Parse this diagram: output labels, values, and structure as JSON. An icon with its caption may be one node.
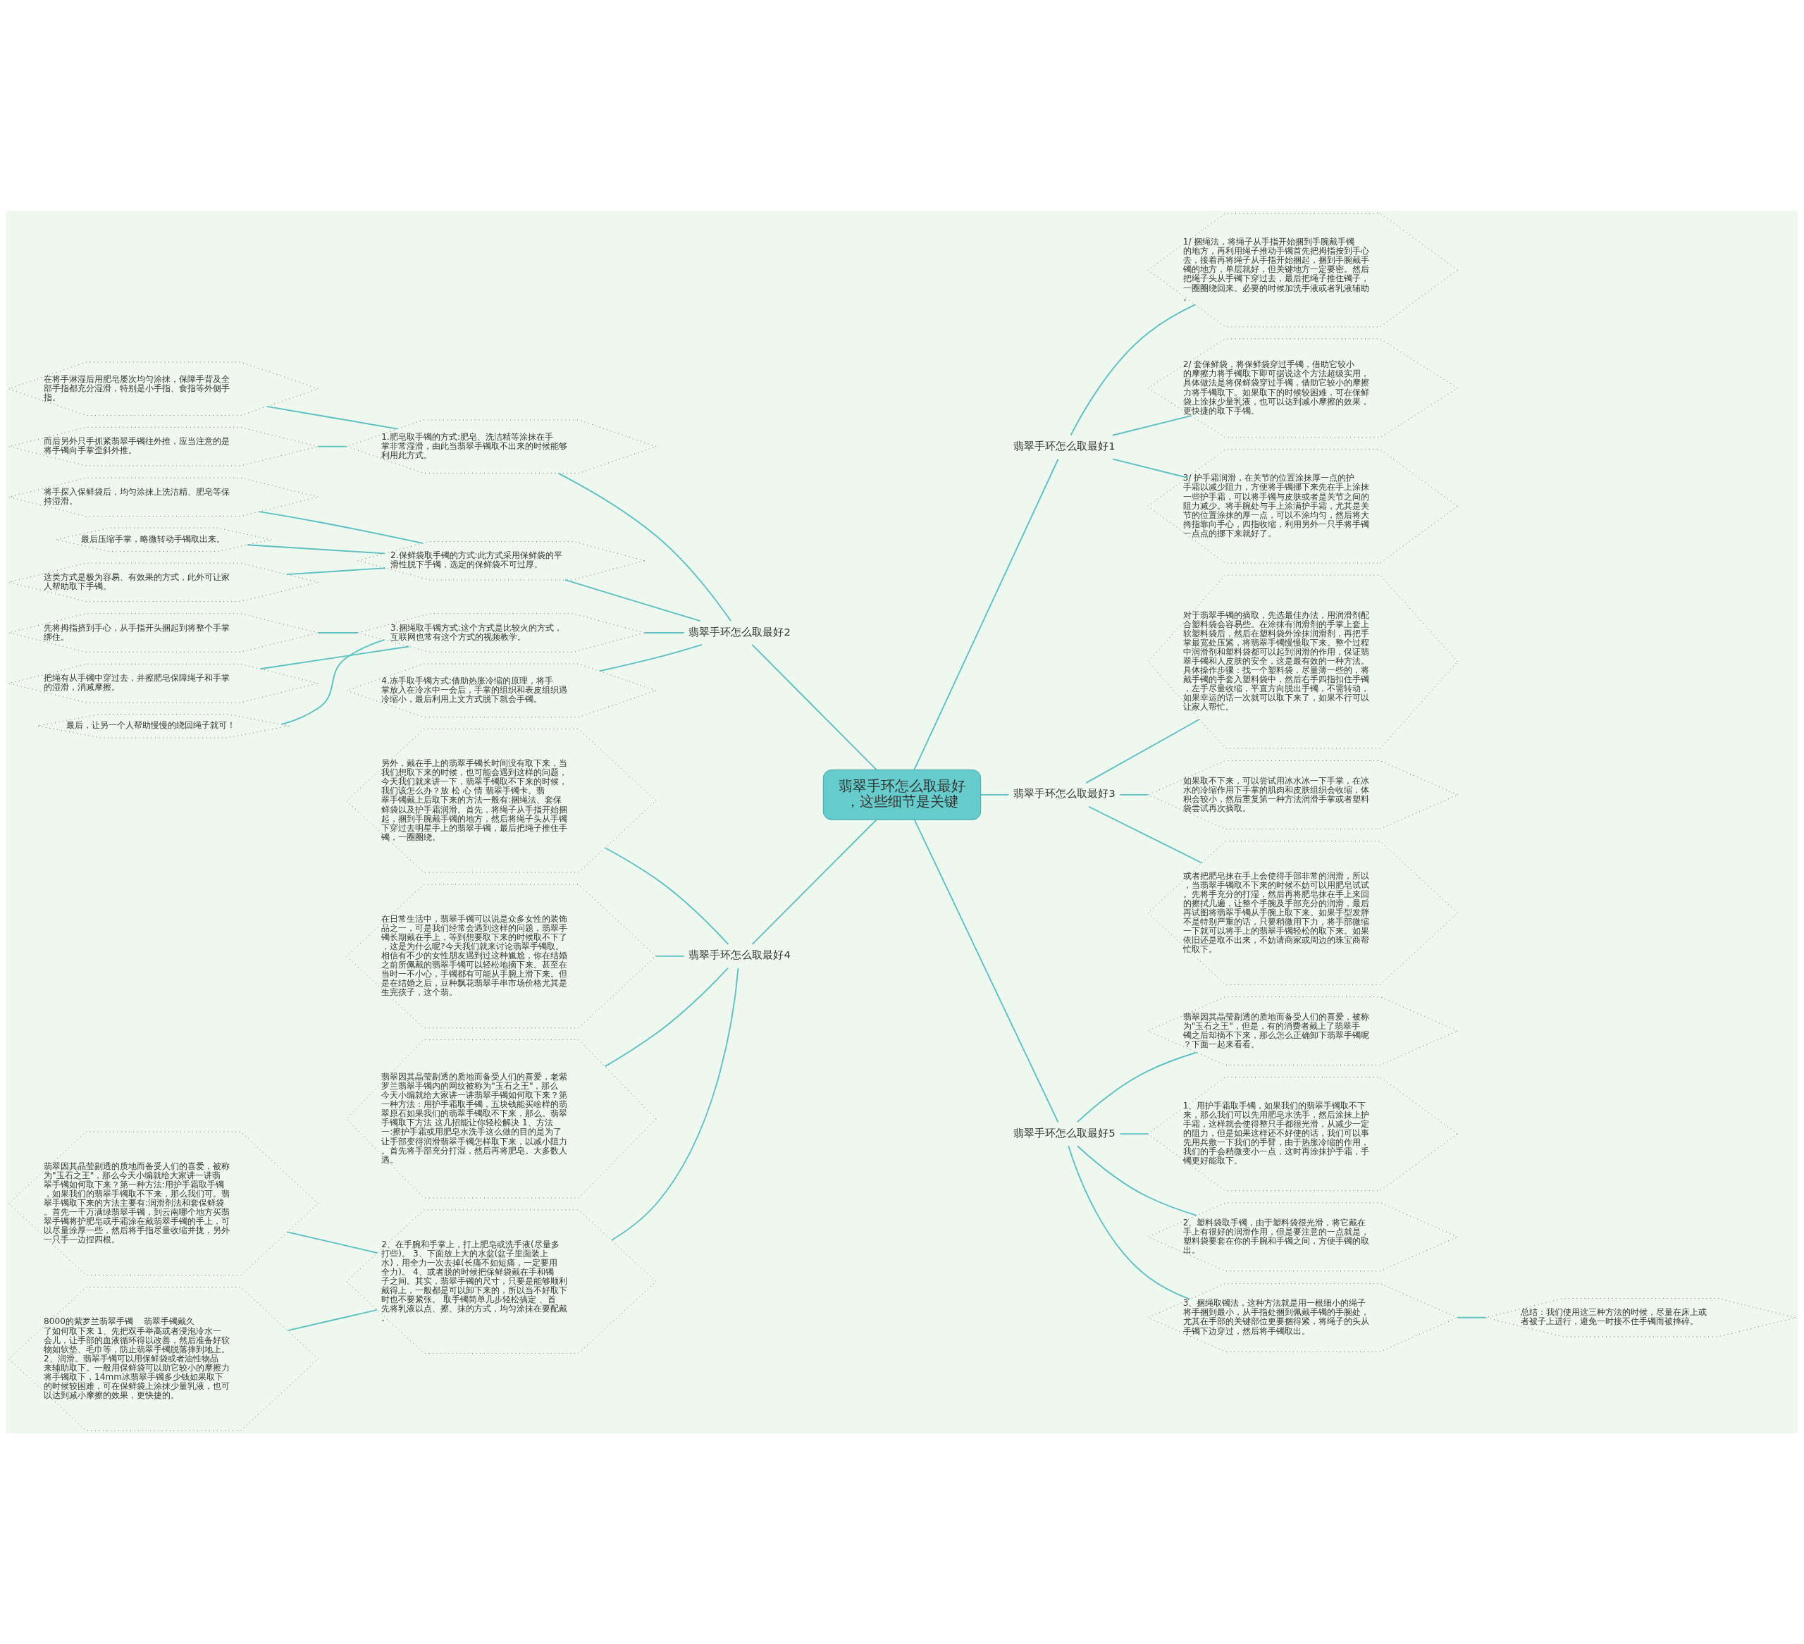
{
  "diagram": {
    "nodes": [
      {
        "text": [
          "翡翠手环怎么取最好，这些细节是关键"
        ]
      },
      {
        "text": [
          "翡翠手环怎么取最好1"
        ]
      },
      {
        "text": [
          "1/ 捆绳法，将绳子从手指开始捆到手腕戴手镯的地方，再利用绳子推动手镯首先把拇指按到手心去，接着再将绳子从手指开始捆起，捆到手腕戴手镯的地方，单层就好，但关键地方一定要密。然后把绳子头从手镯下穿过去，最后把绳子推住镯子，一圈圈绕回来。必要的时候加洗手液或者乳液辅助。"
        ]
      },
      {
        "text": [
          "2/ 套保鲜袋，将保鲜袋穿过手镯，借助它较小的摩擦力将手镯取下即可据说这个方法超级实用，具体做法是将保鲜袋穿过手镯，借助它较小的摩擦力将手镯取下。如果取下的时候较困难，可在保鲜袋上涂抹少量乳液，也可以达到减小摩擦的效果，更快捷的取下手镯。"
        ]
      },
      {
        "text": [
          "3/ 护手霜润滑，在关节的位置涂抹厚一点的护手霜以减少阻力，方便将手镯挪下来先在手上涂抹一些护手霜，可以将手镯与皮肤或者是关节之间的阻力减少。将手腕处与手上涂满护手霜，尤其是关节的位置涂抹的厚一点，可以不涂均匀，然后将大拇指靠向手心，四指收缩，利用另外一只手将手镯一点点的挪下来就好了。"
        ]
      },
      {
        "text": [
          "翡翠手环怎么取最好2"
        ]
      },
      {
        "text": [
          "1.肥皂取手镯的方式:肥皂、洗洁精等涂抹在手掌非常湿滑，由此当翡翠手镯取不出来的时候能够利用此方式。"
        ]
      },
      {
        "text": [
          "在将手淋湿后用肥皂屡次均匀涂抹，保障手背及全部手指都充分湿滑，特别是小手指、食指等外侧手指。"
        ]
      },
      {
        "text": [
          "而后另外只手抓紧翡翠手镯往外推，应当注意的是将手镯向手掌歪斜外推。"
        ]
      },
      {
        "text": [
          "2.保鲜袋取手镯的方式:此方式采用保鲜袋的平滑性脱下手镯，选定的保鲜袋不可过厚。"
        ]
      },
      {
        "text": [
          "将手探入保鲜袋后，均匀涂抹上洗洁精、肥皂等保持湿滑。"
        ]
      },
      {
        "text": [
          "最后压缩手掌，略微转动手镯取出来。"
        ]
      },
      {
        "text": [
          "这类方式是极为容易、有效果的方式，此外可让家人帮助取下手镯。"
        ]
      },
      {
        "text": [
          "3.捆绳取手镯方式:这个方式是比较火的方式，互联网也常有这个方式的视频教学。"
        ]
      },
      {
        "text": [
          "先将拇指挤到手心，从手指开头捆起到将整个手掌绑住。"
        ]
      },
      {
        "text": [
          "把绳有从手镯中穿过去，并擦肥皂保障绳子和手掌的湿滑，消减摩擦。"
        ]
      },
      {
        "text": [
          "最后，让另一个人帮助慢慢的绕回绳子就可！"
        ]
      },
      {
        "text": [
          "4.冻手取手镯方式:借助热胀冷缩的原理，将手掌放入在冷水中一会后，手掌的组织和表皮组织遇冷缩小，最后利用上文方式脱下就会手镯。"
        ]
      },
      {
        "text": [
          "翡翠手环怎么取最好3"
        ]
      },
      {
        "text": [
          "对于翡翠手镯的摘取，先选最佳办法，用润滑剂配合塑料袋会容易些。在涂抹有润滑剂的手掌上套上软塑料袋后，然后在塑料袋外涂抹润滑剂，再把手掌最宽处压紧，将翡翠手镯慢慢取下来。整个过程中润滑剂和塑料袋都可以起到润滑的作用，保证翡翠手镯和人皮肤的安全，这是最有效的一种方法。具体操作步骤：找一个塑料袋，尽量薄一些的，将戴手镯的手套入塑料袋中，然后右手四指扣住手镯，左手尽量收缩，平直方向脱出手镯，不需转动，如果幸运的话一次就可以取下来了，如果不行可以让家人帮忙。"
        ]
      },
      {
        "text": [
          "如果取不下来，可以尝试用冰水冰一下手掌，在冰水的冷缩作用下手掌的肌肉和皮肤组织会收缩，体积会较小，然后重复第一种方法润滑手掌或者塑料袋尝试再次摘取。"
        ]
      },
      {
        "text": [
          "或者把肥皂抹在手上会使得手部非常的润滑，所以，当翡翠手镯取不下来的时候不妨可以用肥皂试试。先将手充分的打湿，然后再将肥皂抹在手上来回的擦拭几遍，让整个手腕及手部充分的润滑，最后再试图将翡翠手镯从手腕上取下来。如果手型发胖不是特别严重的话，只要稍微用下力，将手部微缩一下就可以将手上的翡翠手镯轻松的取下来。如果依旧还是取不出来，不妨请商家或周边的珠宝商帮忙取下。"
        ]
      },
      {
        "text": [
          "翡翠手环怎么取最好4"
        ]
      },
      {
        "text": [
          "另外，戴在手上的翡翠手镯长时间没有取下来，当我们想取下来的时候，也可能会遇到这样的问题，今天我们就来讲一下，翡翠手镯取不下来的时候，我们该怎么办？放 松 心 情 翡翠手镯卡。翡翠手镯戴上后取下来的方法一般有:捆绳法、套保鲜袋以及护手霜润滑。首先，将绳子从手指开始捆起，捆到手腕戴手镯的地方，然后将绳子头从手镯下穿过去明星手上的翡翠手镯，最后把绳子推住手镯，一圈圈绕。"
        ]
      },
      {
        "text": [
          "在日常生活中，翡翠手镯可以说是众多女性的装饰品之一，可是我们经常会遇到这样的问题，翡翠手镯长期戴在手上，等到想要取下来的时候取不下了，这是为什么呢?今天我们就来讨论翡翠手镯取。相信有不少的女性朋友遇到过这种尴尬，你在结婚之前所佩戴的翡翠手镯可以轻松地摘下来。甚至在当时一不小心，手镯都有可能从手腕上滑下来。但是在结婚之后，豆种飘花翡翠手串市场价格尤其是生完孩子，这个翡。"
        ]
      },
      {
        "text": [
          "翡翠因其晶莹剔透的质地而备受人们的喜爱，老紫罗兰翡翠手镯内的网纹被称为\"玉石之王\"，那么今天小编就给大家讲一讲翡翠手镯如何取下来？第一种方法：用护手霜取手镯，五块钱能买啥样的翡翠原石如果我们的翡翠手镯取不下来，那么。翡翠手镯取下方法 这几招能让你轻松解决 1、方法一:擦护手霜或用肥皂水洗手这么做的目的是为了让手部变得润滑翡翠手镯怎样取下来，以减小阻力。首先将手部充分打湿，然后再将肥皂。大多数人遇。"
        ]
      },
      {
        "text": [
          "2、在手腕和手掌上，打上肥皂或洗手液(尽量多打些)。 3、下面放上大的水盆(盆子里面装上水)，用全力一次去掉(长痛不如短痛，一定要用全力)。 4、或者脱的时候把保鲜袋戴在手和镯子之间。其实，翡翠手镯的尺寸，只要是能够顺利戴得上，一般都是可以卸下来的，所以当不好取下时也不要紧张。 取手镯简单几步轻松搞定 、首先将乳液以点、擦、抹的方式，均匀涂抹在要配戴。"
        ]
      },
      {
        "text": [
          "翡翠因其晶莹剔透的质地而备受人们的喜爱，被称为\"玉石之王\"，那么今天小编就给大家讲一讲翡翠手镯如何取下来？第一种方法:用护手霜取手镯，如果我们的翡翠手镯取不下来，那么我们可。翡翠手镯取下来的方法主要有:润滑剂法和套保鲜袋。首先一千万满绿翡翠手镯，到云南哪个地方买翡翠手镯将护肥皂或手霜涂在戴翡翠手镯的手上，可以尽量涂厚一些，然后将手指尽量收缩并拢，另外一只手一边捏四根。"
        ]
      },
      {
        "text": [
          "8000的紫罗兰翡翠手镯    翡翠手镯戴久了如何取下来 1、先把双手举高或者浸泡冷水一会儿，让手部的血液循环得以改善，然后准备好软物如软垫、毛巾等，防止翡翠手镯脱落摔到地上。 2、润滑。翡翠手镯可以用保鲜袋或者油性物品来辅助取下。一般用保鲜袋可以助它较小的摩擦力将手镯取下，14mm冰翡翠手镯多少钱如果取下的时候较困难，可在保鲜袋上涂抹少量乳液，也可以达到减小摩擦的效果，更快捷的。"
        ]
      },
      {
        "text": [
          "翡翠手环怎么取最好5"
        ]
      },
      {
        "text": [
          "翡翠因其晶莹剔透的质地而备受人们的喜爱，被称为\"玉石之王\"，但是，有的消费者戴上了翡翠手镯之后却摘不下来，那么怎么正确卸下翡翠手镯呢？下面一起来看看。"
        ]
      },
      {
        "text": [
          "1、用护手霜取手镯，如果我们的翡翠手镯取不下来，那么我们可以先用肥皂水洗手，然后涂抹上护手霜，这样就会使得整只手都很光滑，从减少一定的阻力，但是如果这样还不好使的话，我们可以事先用兵敷一下我们的手臂，由于热胀冷缩的作用，我们的手会稍微变小一点，这时再涂抹护手霜，手镯更好能取下。"
        ]
      },
      {
        "text": [
          "2、塑料袋取手镯，由于塑料袋很光滑，将它戴在手上有很好的润滑作用，但是要注意的一点就是，塑料袋要套在你的手腕和手镯之间，方便手镯的取出。"
        ]
      },
      {
        "text": [
          "3、捆绳取镯法，这种方法就是用一根细小的绳子将手捆到最小，从手指处捆到佩戴手镯的手腕处，尤其在手部的关键部位更要捆得紧，将绳子的头从手镯下边穿过，然后将手镯取出。"
        ]
      },
      {
        "text": [
          "总结：我们使用这三种方法的时候，尽量在床上或者被子上进行，避免一时接不住手镯而被摔碎。"
        ]
      }
    ],
    "edges": [
      {
        "from": 0,
        "to": 1,
        "arrow": "none"
      },
      {
        "from": 1,
        "to": 2,
        "arrow": "none"
      },
      {
        "from": 1,
        "to": 3,
        "arrow": "none"
      },
      {
        "from": 1,
        "to": 4,
        "arrow": "none"
      },
      {
        "from": 0,
        "to": 5,
        "arrow": "none"
      },
      {
        "from": 5,
        "to": 6,
        "arrow": "none"
      },
      {
        "from": 6,
        "to": 7,
        "arrow": "none"
      },
      {
        "from": 6,
        "to": 8,
        "arrow": "none"
      },
      {
        "from": 5,
        "to": 9,
        "arrow": "none"
      },
      {
        "from": 9,
        "to": 10,
        "arrow": "none"
      },
      {
        "from": 9,
        "to": 11,
        "arrow": "none"
      },
      {
        "from": 9,
        "to": 12,
        "arrow": "none"
      },
      {
        "from": 5,
        "to": 13,
        "arrow": "none"
      },
      {
        "from": 13,
        "to": 14,
        "arrow": "none"
      },
      {
        "from": 13,
        "to": 15,
        "arrow": "none"
      },
      {
        "from": 13,
        "to": 16,
        "arrow": "none"
      },
      {
        "from": 5,
        "to": 17,
        "arrow": "none"
      },
      {
        "from": 0,
        "to": 18,
        "arrow": "none"
      },
      {
        "from": 18,
        "to": 19,
        "arrow": "none"
      },
      {
        "from": 18,
        "to": 20,
        "arrow": "none"
      },
      {
        "from": 18,
        "to": 21,
        "arrow": "none"
      },
      {
        "from": 0,
        "to": 22,
        "arrow": "none"
      },
      {
        "from": 22,
        "to": 23,
        "arrow": "none"
      },
      {
        "from": 22,
        "to": 24,
        "arrow": "none"
      },
      {
        "from": 22,
        "to": 25,
        "arrow": "none"
      },
      {
        "from": 22,
        "to": 26,
        "arrow": "none"
      },
      {
        "from": 26,
        "to": 27,
        "arrow": "none"
      },
      {
        "from": 26,
        "to": 28,
        "arrow": "none"
      },
      {
        "from": 0,
        "to": 29,
        "arrow": "none"
      },
      {
        "from": 29,
        "to": 30,
        "arrow": "none"
      },
      {
        "from": 29,
        "to": 31,
        "arrow": "none"
      },
      {
        "from": 29,
        "to": 32,
        "arrow": "none"
      },
      {
        "from": 29,
        "to": 33,
        "arrow": "none"
      },
      {
        "from": 33,
        "to": 34,
        "arrow": "none"
      }
    ]
  }
}
